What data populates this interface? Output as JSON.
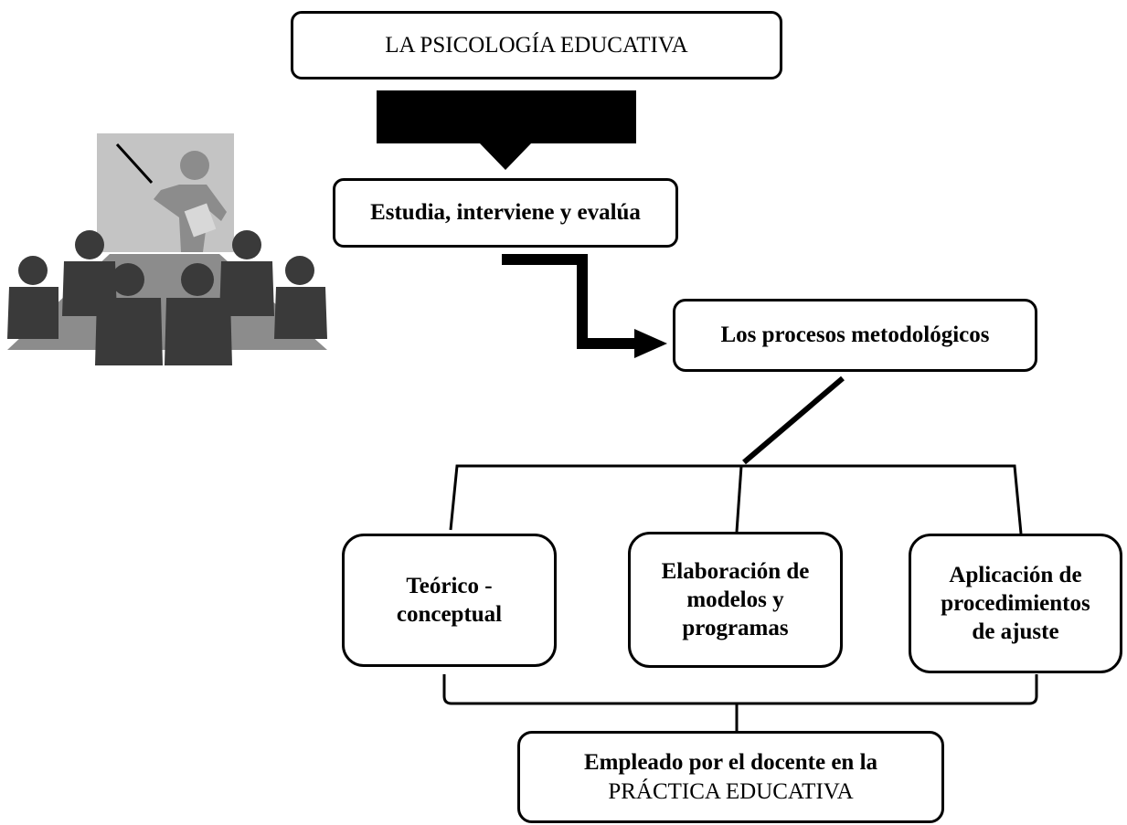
{
  "diagram": {
    "title": "LA PSICOLOGÍA EDUCATIVA",
    "action": "Estudia, interviene y evalúa",
    "processes": "Los procesos metodológicos",
    "branches": [
      {
        "lines": [
          "Teórico -",
          "conceptual"
        ]
      },
      {
        "lines": [
          "Elaboración de",
          "modelos y",
          "programas"
        ]
      },
      {
        "lines": [
          "Aplicación de",
          "procedimientos",
          "de ajuste"
        ]
      }
    ],
    "result": {
      "lines": [
        "Empleado por el docente en la",
        "PRÁCTICA EDUCATIVA"
      ]
    }
  },
  "illustration": {
    "icon": "presentation-clipart-icon"
  },
  "colors": {
    "line": "#000000",
    "figure_dark": "#3a3a3a",
    "figure_mid": "#8c8c8c",
    "board": "#c4c4c4"
  }
}
